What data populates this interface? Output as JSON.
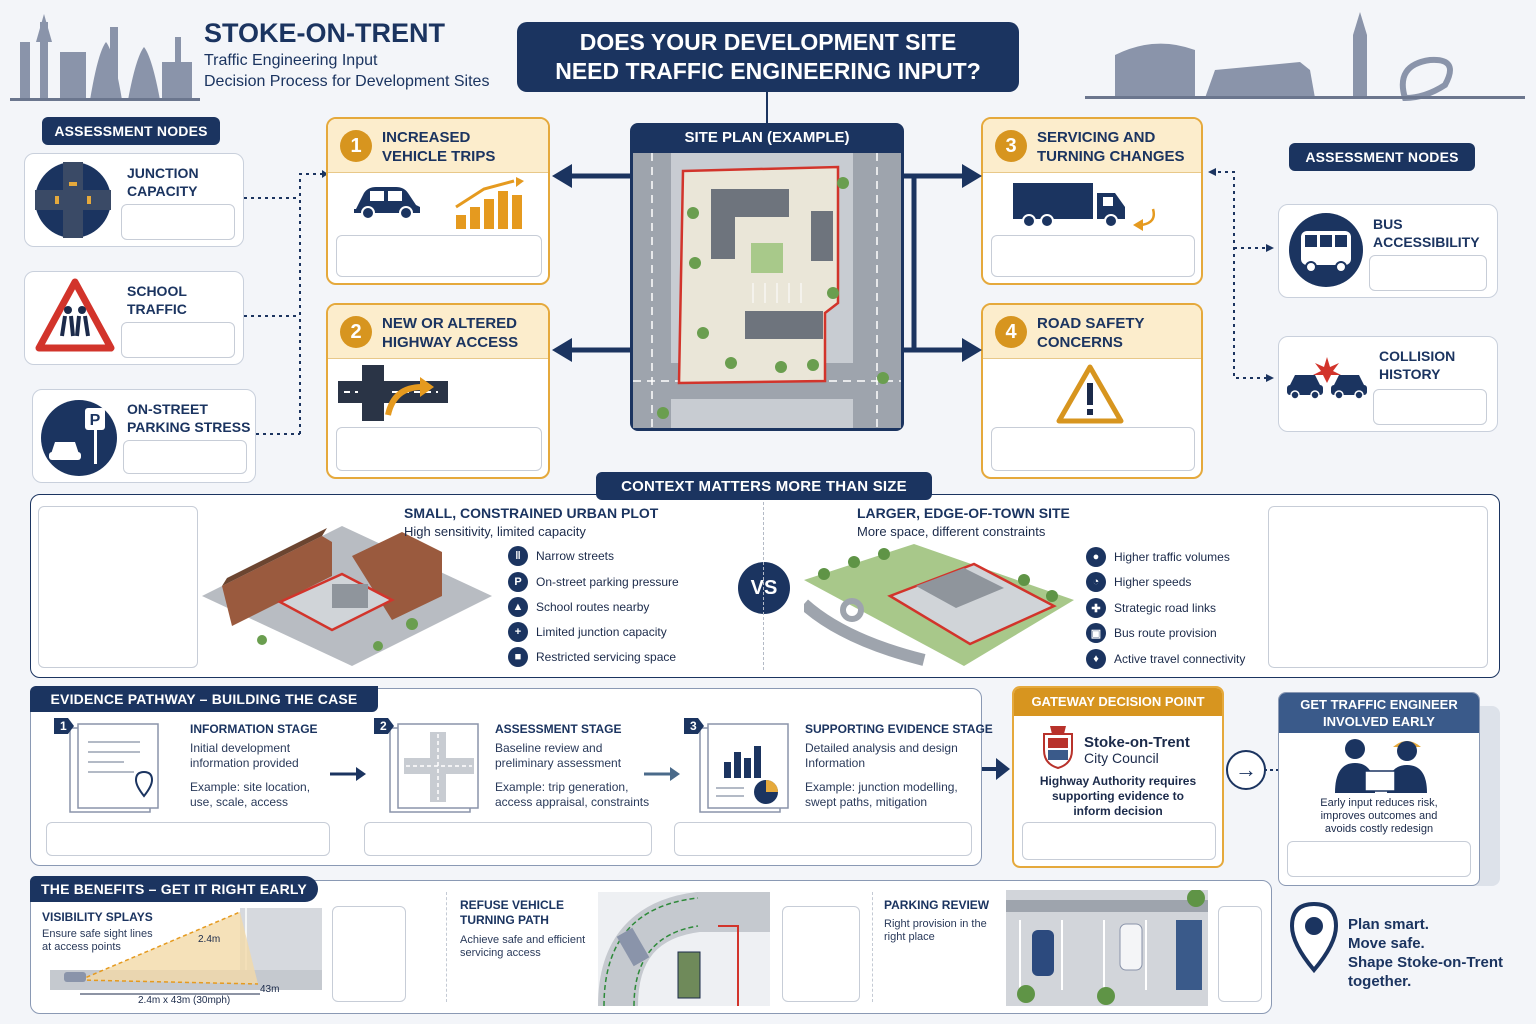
{
  "header": {
    "city": "STOKE-ON-TRENT",
    "subtitle1": "Traffic Engineering Input",
    "subtitle2": "Decision Process for Development Sites",
    "question_line1": "DOES YOUR DEVELOPMENT SITE",
    "question_line2": "NEED TRAFFIC ENGINEERING INPUT?"
  },
  "left_nodes": {
    "heading": "ASSESSMENT NODES",
    "items": [
      {
        "label1": "JUNCTION",
        "label2": "CAPACITY",
        "icon": "junction-icon"
      },
      {
        "label1": "SCHOOL",
        "label2": "TRAFFIC",
        "icon": "school-warning-icon"
      },
      {
        "label1": "ON-STREET",
        "label2": "PARKING STRESS",
        "icon": "parking-icon"
      }
    ]
  },
  "right_nodes": {
    "heading": "ASSESSMENT NODES",
    "items": [
      {
        "label1": "BUS",
        "label2": "ACCESSIBILITY",
        "icon": "bus-icon"
      },
      {
        "label1": "COLLISION",
        "label2": "HISTORY",
        "icon": "collision-icon"
      }
    ]
  },
  "steps": [
    {
      "num": "1",
      "line1": "INCREASED",
      "line2": "VEHICLE TRIPS"
    },
    {
      "num": "2",
      "line1": "NEW OR ALTERED",
      "line2": "HIGHWAY ACCESS"
    },
    {
      "num": "3",
      "line1": "SERVICING AND",
      "line2": "TURNING CHANGES"
    },
    {
      "num": "4",
      "line1": "ROAD SAFETY",
      "line2": "CONCERNS"
    }
  ],
  "site_plan": {
    "title": "SITE PLAN (EXAMPLE)"
  },
  "context": {
    "heading": "CONTEXT MATTERS MORE THAN SIZE",
    "left_title": "SMALL, CONSTRAINED URBAN PLOT",
    "left_sub": "High sensitivity, limited capacity",
    "left_items": [
      "Narrow streets",
      "On-street parking pressure",
      "School routes nearby",
      "Limited junction capacity",
      "Restricted servicing space"
    ],
    "vs": "VS",
    "right_title": "LARGER, EDGE-OF-TOWN SITE",
    "right_sub": "More space, different constraints",
    "right_items": [
      "Higher traffic volumes",
      "Higher speeds",
      "Strategic road links",
      "Bus route provision",
      "Active travel connectivity"
    ]
  },
  "evidence": {
    "heading": "EVIDENCE PATHWAY – BUILDING THE CASE",
    "stages": [
      {
        "num": "1",
        "title": "INFORMATION STAGE",
        "desc1": "Initial development",
        "desc2": "information provided",
        "ex1": "Example: site location,",
        "ex2": "use, scale, access"
      },
      {
        "num": "2",
        "title": "ASSESSMENT STAGE",
        "desc1": "Baseline review and",
        "desc2": "preliminary assessment",
        "ex1": "Example: trip generation,",
        "ex2": "access appraisal, constraints"
      },
      {
        "num": "3",
        "title": "SUPPORTING EVIDENCE STAGE",
        "desc1": "Detailed analysis and design",
        "desc2": "Information",
        "ex1": "Example: junction modelling,",
        "ex2": "swept paths, mitigation"
      }
    ]
  },
  "gateway": {
    "heading": "GATEWAY DECISION POINT",
    "org1": "Stoke-on-Trent",
    "org2": "City Council",
    "text1": "Highway Authority requires",
    "text2": "supporting evidence to",
    "text3": "inform decision"
  },
  "engineer": {
    "heading1": "GET TRAFFIC ENGINEER",
    "heading2": "INVOLVED EARLY",
    "text1": "Early input reduces risk,",
    "text2": "improves outcomes and",
    "text3": "avoids costly redesign"
  },
  "benefits": {
    "heading": "THE BENEFITS – GET IT RIGHT EARLY",
    "visibility_title": "VISIBILITY SPLAYS",
    "visibility_desc1": "Ensure safe sight lines",
    "visibility_desc2": "at access points",
    "dim_a": "2.4m",
    "dim_b": "43m",
    "dim_c": "2.4m x 43m (30mph)",
    "refuse_title1": "REFUSE VEHICLE",
    "refuse_title2": "TURNING PATH",
    "refuse_desc1": "Achieve safe and efficient",
    "refuse_desc2": "servicing access",
    "parking_title": "PARKING REVIEW",
    "parking_desc1": "Right provision in the",
    "parking_desc2": "right place"
  },
  "slogan": {
    "line1": "Plan smart.",
    "line2": "Move safe.",
    "line3": "Shape Stoke-on-Trent",
    "line4": "together."
  },
  "colors": {
    "navy": "#1b3460",
    "amber": "#d7951f",
    "red": "#d2342b"
  }
}
